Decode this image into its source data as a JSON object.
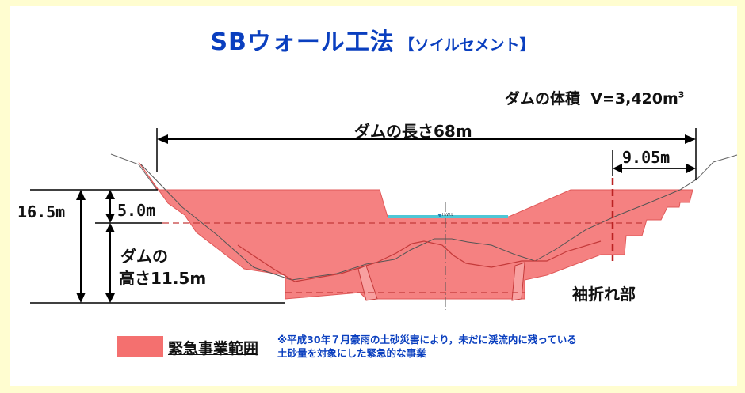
{
  "title": {
    "main": "SBウォール工法",
    "sub": "【ソイルセメント】"
  },
  "volume": {
    "label": "ダムの体積",
    "value": "V=3,420m",
    "superscript": "3"
  },
  "dimensions": {
    "length": "ダムの長さ68m",
    "sleeve_width": "9.05m",
    "total_height": "16.5m",
    "upper_height": "5.0m",
    "dam_height_line1": "ダムの",
    "dam_height_line2": "高さ11.5m"
  },
  "water_level_label": "H.W.L",
  "sleeve_label": "袖折れ部",
  "legend": {
    "label": "緊急事業範囲",
    "color": "#f4706f"
  },
  "note": {
    "line1": "※平成30年７月豪雨の土砂災害により，未だに渓流内に残っている",
    "line2": "土砂量を対象にした緊急的な事業"
  },
  "colors": {
    "title": "#0a3fbf",
    "dam_fill": "#f4706f",
    "water": "#4ec7d6",
    "outline": "#c43a3a"
  }
}
